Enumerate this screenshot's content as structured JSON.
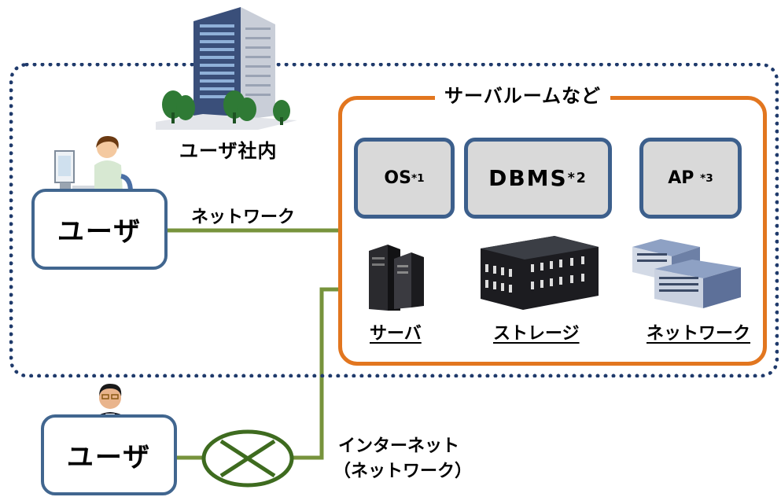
{
  "company": {
    "label": "ユーザ社内"
  },
  "server_room": {
    "title": "サーバルームなど",
    "software": [
      {
        "label": "OS",
        "note": "*1"
      },
      {
        "label": "DBMS",
        "note": "*2"
      },
      {
        "label": "AP ",
        "note": "*3"
      }
    ],
    "hardware": [
      {
        "label": "サーバ"
      },
      {
        "label": "ストレージ"
      },
      {
        "label": "ネットワーク"
      }
    ]
  },
  "internal_user": {
    "label": "ユーザ"
  },
  "internal_link": {
    "label": "ネットワーク"
  },
  "external_user": {
    "label": "ユーザ"
  },
  "internet": {
    "line1": "インターネット",
    "line2": "（ネットワーク）"
  },
  "colors": {
    "boundary": "#1f3a6b",
    "server_room_border": "#e2761f",
    "box_border": "#3c5f8c",
    "box_fill": "#d9d9d9",
    "connector": "#77933c",
    "router": "#3e6b1f"
  }
}
